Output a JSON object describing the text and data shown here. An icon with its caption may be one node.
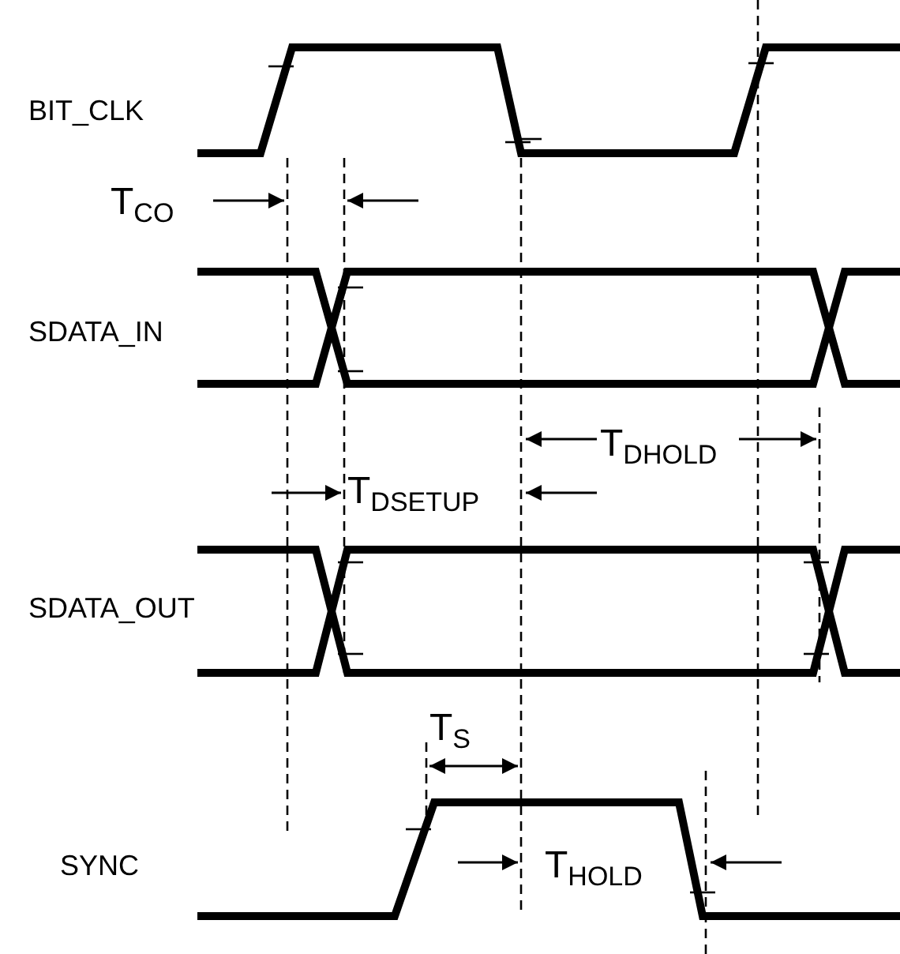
{
  "diagram": {
    "labels": [
      "BIT_CLK",
      "T$_{CO}$",
      "SDATA_IN",
      "T$_{DHOLD}$",
      "T$_{DSETUP}$",
      "SDATA_OUT",
      "T$_{S}$",
      "SYNC",
      "T$_{HOLD}$"
    ]
  }
}
